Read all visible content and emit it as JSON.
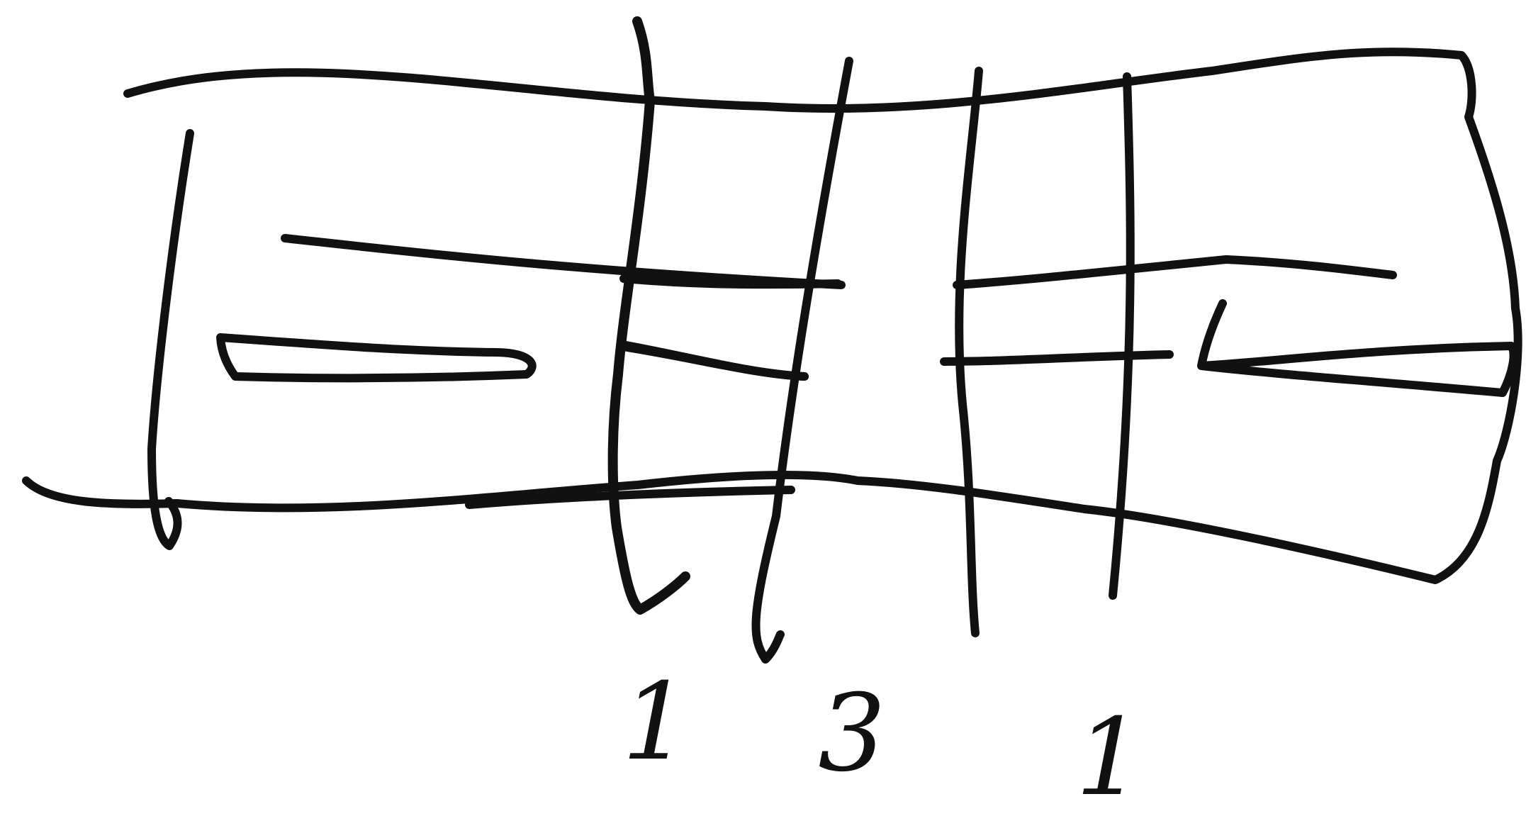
{
  "labels": {
    "label_1a": "1",
    "label_3": "3",
    "label_1b": "1"
  },
  "colors": {
    "ink": "#111111",
    "paper": "#ffffff"
  }
}
